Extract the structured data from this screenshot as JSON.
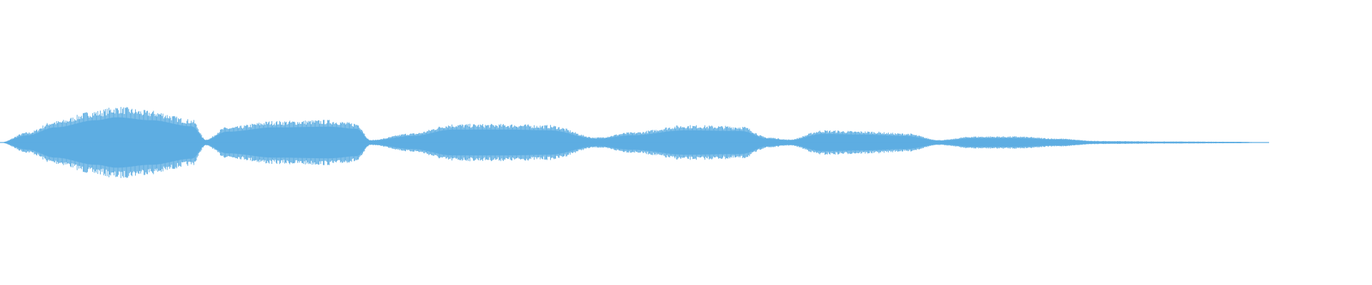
{
  "waveform": {
    "color": "#5dade2",
    "background": "#ffffff",
    "envelope": [
      0.0,
      0.2,
      0.42,
      0.62,
      0.7,
      0.62,
      0.45,
      0.06,
      0.3,
      0.42,
      0.44,
      0.38,
      0.05,
      0.18,
      0.36,
      0.36,
      0.34,
      0.1,
      0.2,
      0.34,
      0.32,
      0.1,
      0.06,
      0.24,
      0.22,
      0.18,
      0.05,
      0.12,
      0.12,
      0.08,
      0.03,
      0.02,
      0.015,
      0.0
    ],
    "envelope_time": [
      0.0,
      0.02,
      0.04,
      0.07,
      0.085,
      0.11,
      0.14,
      0.15,
      0.165,
      0.2,
      0.24,
      0.26,
      0.27,
      0.3,
      0.33,
      0.37,
      0.4,
      0.435,
      0.46,
      0.5,
      0.54,
      0.56,
      0.575,
      0.6,
      0.63,
      0.66,
      0.685,
      0.71,
      0.74,
      0.77,
      0.8,
      0.85,
      0.9,
      0.925
    ]
  }
}
